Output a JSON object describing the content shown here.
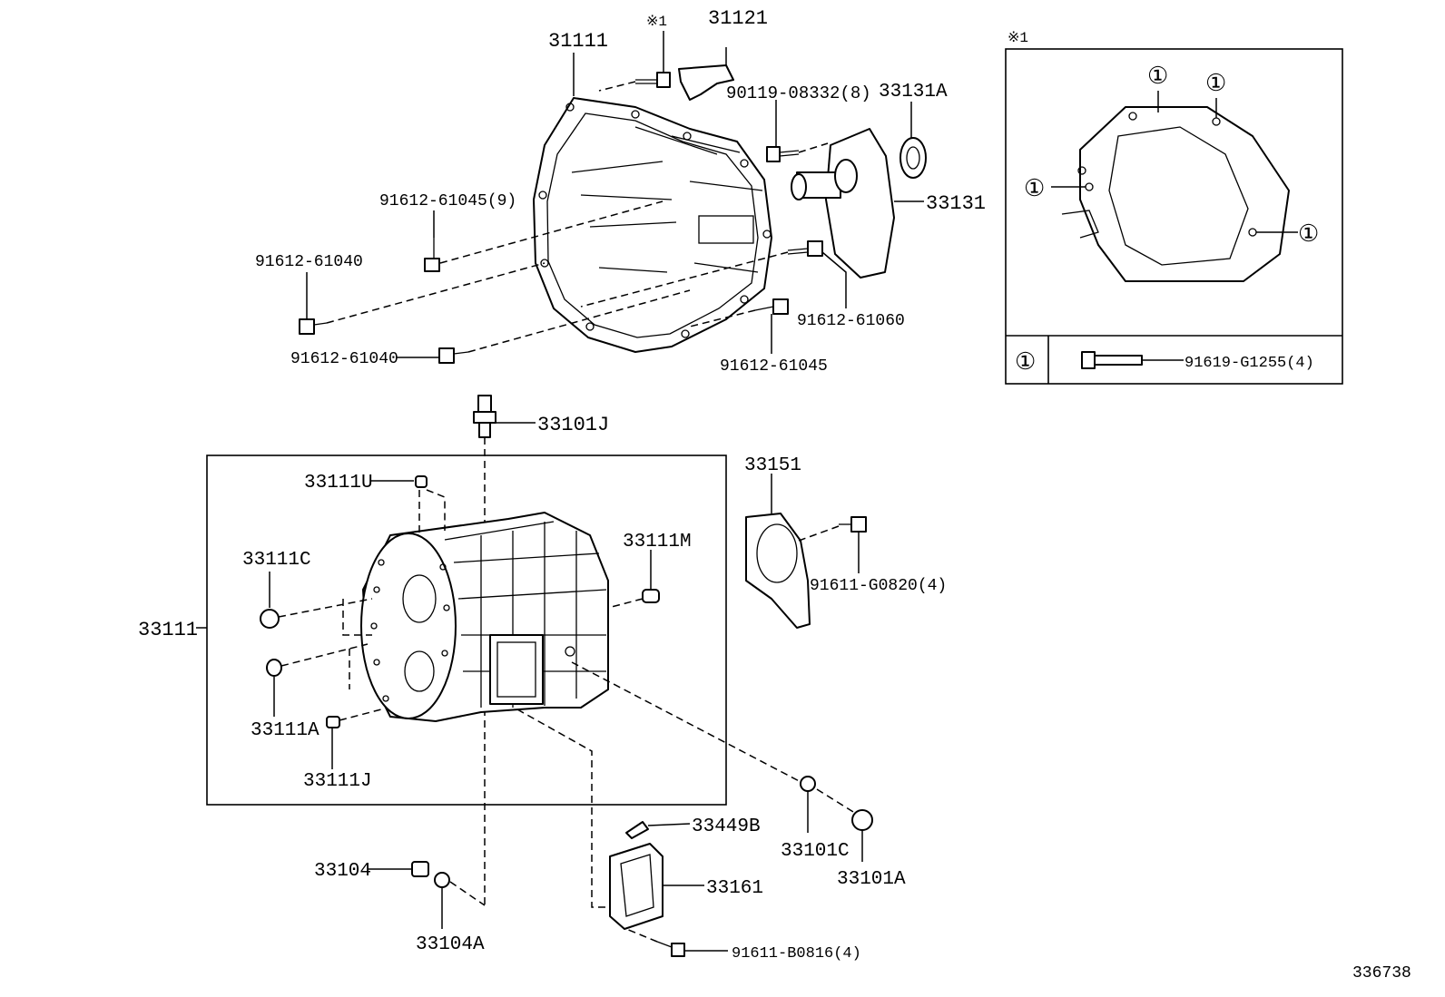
{
  "callouts": {
    "p31111_top": "31111",
    "p31121": "31121",
    "note1_top": "※1",
    "p90119": "90119-08332(8)",
    "p33131A": "33131A",
    "p33131": "33131",
    "p91612_61045_9": "91612-61045(9)",
    "p91612_61040_a": "91612-61040",
    "p91612_61040_b": "91612-61040",
    "p91612_61060": "91612-61060",
    "p91612_61045": "91612-61045",
    "p33101J": "33101J",
    "p33111U": "33111U",
    "p33111C": "33111C",
    "p33111_main": "33111",
    "p33111A": "33111A",
    "p33111J": "33111J",
    "p33111M": "33111M",
    "p33151": "33151",
    "p91611_G0820": "91611-G0820(4)",
    "p33449B": "33449B",
    "p33161": "33161",
    "p91611_B0816": "91611-B0816(4)",
    "p33104": "33104",
    "p33104A": "33104A",
    "p33101C": "33101C",
    "p33101A": "33101A"
  },
  "inset": {
    "note_label": "※1",
    "marker": "①",
    "legend_marker": "①",
    "legend_part": "91619-G1255(4)"
  },
  "diagram_id": "336738"
}
